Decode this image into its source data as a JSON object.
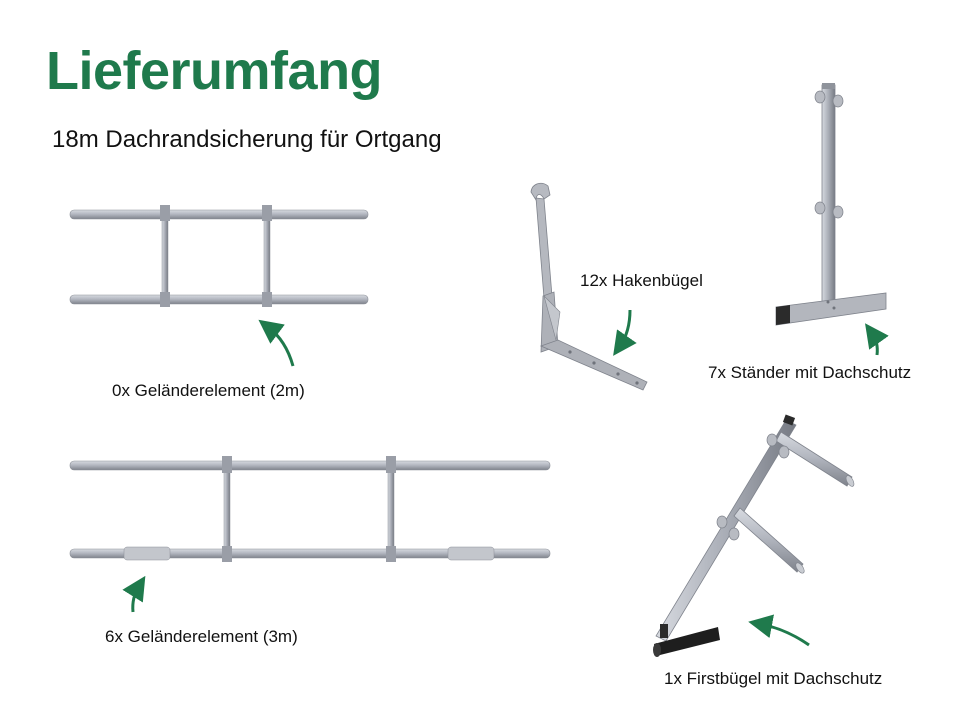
{
  "page": {
    "title": "Lieferumfang",
    "subtitle": "18m Dachrandsicherung für Ortgang"
  },
  "items": {
    "railing_2m": "0x Geländerelement (2m)",
    "railing_3m": "6x Geländerelement (3m)",
    "hook_bracket": "12x Hakenbügel",
    "stand": "7x Ständer mit Dachschutz",
    "ridge_bracket": "1x Firstbügel mit Dachschutz"
  },
  "colors": {
    "title": "#1f7a4c",
    "arrow": "#1f7a4c",
    "metal": "#a9adb6",
    "metal_dark": "#6f737b"
  }
}
